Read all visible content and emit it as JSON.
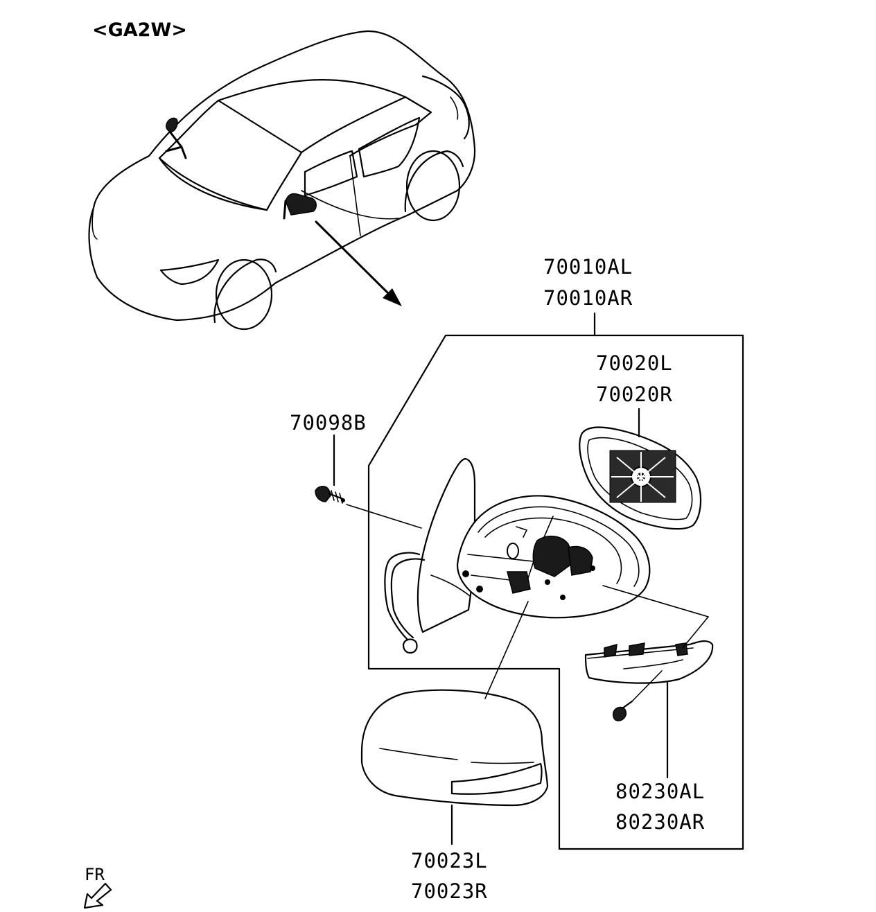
{
  "model_code": "<GA2W>",
  "direction_label": "FR",
  "parts": {
    "mirror_assy": [
      "70010AL",
      "70010AR"
    ],
    "mirror_glass": [
      "70020L",
      "70020R"
    ],
    "screw": "70098B",
    "cover": [
      "70023L",
      "70023R"
    ],
    "turn_lamp": [
      "80230AL",
      "80230AR"
    ]
  }
}
